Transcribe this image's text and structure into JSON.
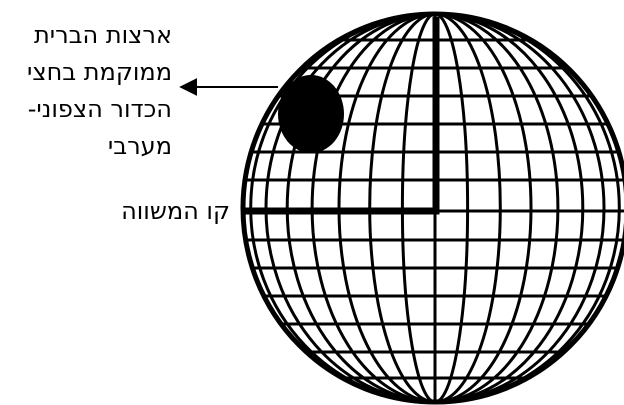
{
  "labels": {
    "usa_lines": [
      "ארצות הברית",
      "ממוקמת בחצי",
      "הכדור הצפוני-",
      "מערבי"
    ],
    "equator": "קו המשווה"
  },
  "colors": {
    "ink": "#000000",
    "background": "#ffffff"
  }
}
